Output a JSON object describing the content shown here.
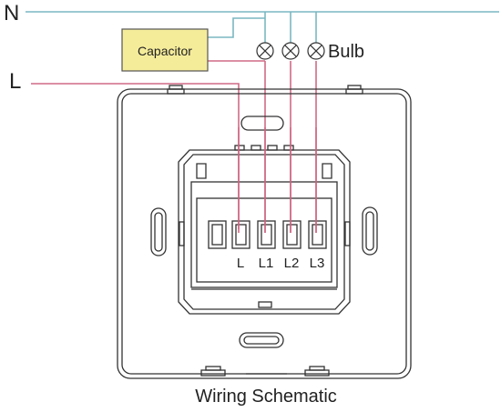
{
  "labels": {
    "neutral": "N",
    "live": "L",
    "capacitor": "Capacitor",
    "bulb": "Bulb",
    "caption": "Wiring Schematic"
  },
  "terminals": [
    "L",
    "L1",
    "L2",
    "L3"
  ],
  "colors": {
    "neutral_wire": "#7ab7c2",
    "live_wire": "#d06a86",
    "capacitor_fill": "#f5ec9a",
    "line": "#333333"
  }
}
